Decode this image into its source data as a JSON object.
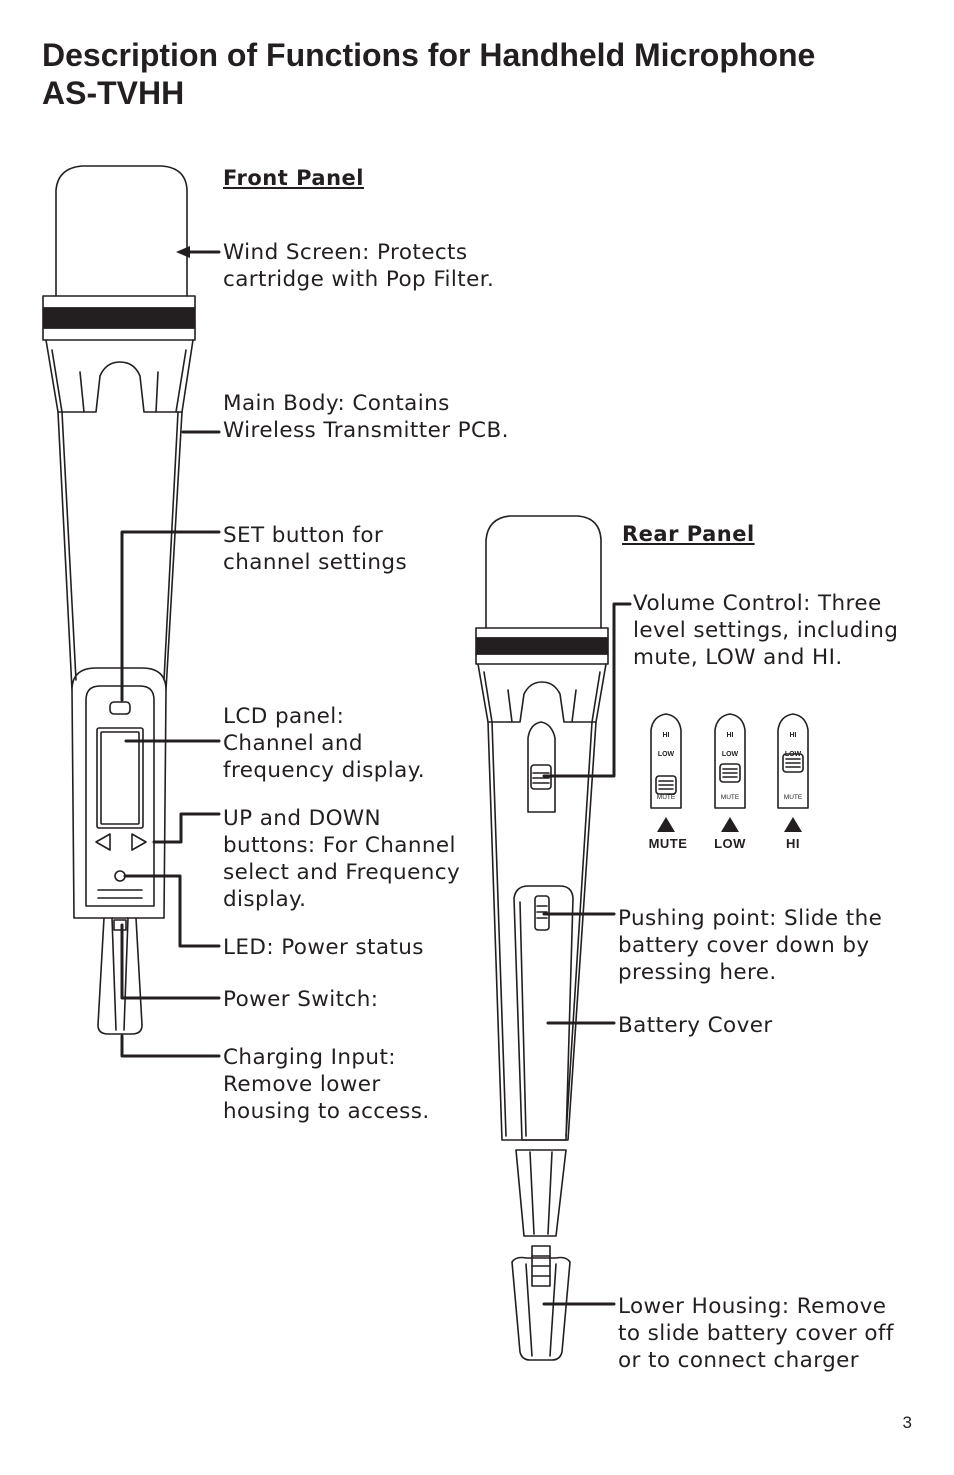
{
  "title_line1": "Description of Functions for Handheld Microphone",
  "title_line2": "AS-TVHH",
  "front_panel_label": "Front Panel",
  "rear_panel_label": "Rear Panel",
  "front_items": {
    "wind_screen": [
      "Wind Screen: Protects",
      "cartridge with Pop  Filter."
    ],
    "main_body": [
      "Main Body: Contains",
      "Wireless Transmitter PCB."
    ],
    "set_button": [
      "SET button for",
      "channel settings"
    ],
    "lcd_panel": [
      "LCD panel:",
      "Channel and",
      "frequency display."
    ],
    "up_down": [
      "UP and DOWN",
      "buttons: For Channel",
      "select and Frequency",
      "display."
    ],
    "led": [
      "LED: Power status"
    ],
    "power_switch": [
      "Power Switch:"
    ],
    "charging_input": [
      "Charging Input:",
      "Remove lower",
      "housing to access."
    ]
  },
  "rear_items": {
    "volume_control": [
      "Volume Control: Three",
      "level settings, including",
      "mute, LOW and HI."
    ],
    "pushing_point": [
      "Pushing point: Slide the",
      "battery cover down by",
      "pressing here."
    ],
    "battery_cover": [
      "Battery Cover"
    ],
    "lower_housing": [
      "Lower Housing: Remove",
      "to slide battery cover off",
      "or to connect charger"
    ]
  },
  "switch_legend": {
    "hi": "HI",
    "low": "LOW",
    "mute": "MUTE",
    "captions": [
      "MUTE",
      "LOW",
      "HI"
    ]
  },
  "page_number": "3"
}
